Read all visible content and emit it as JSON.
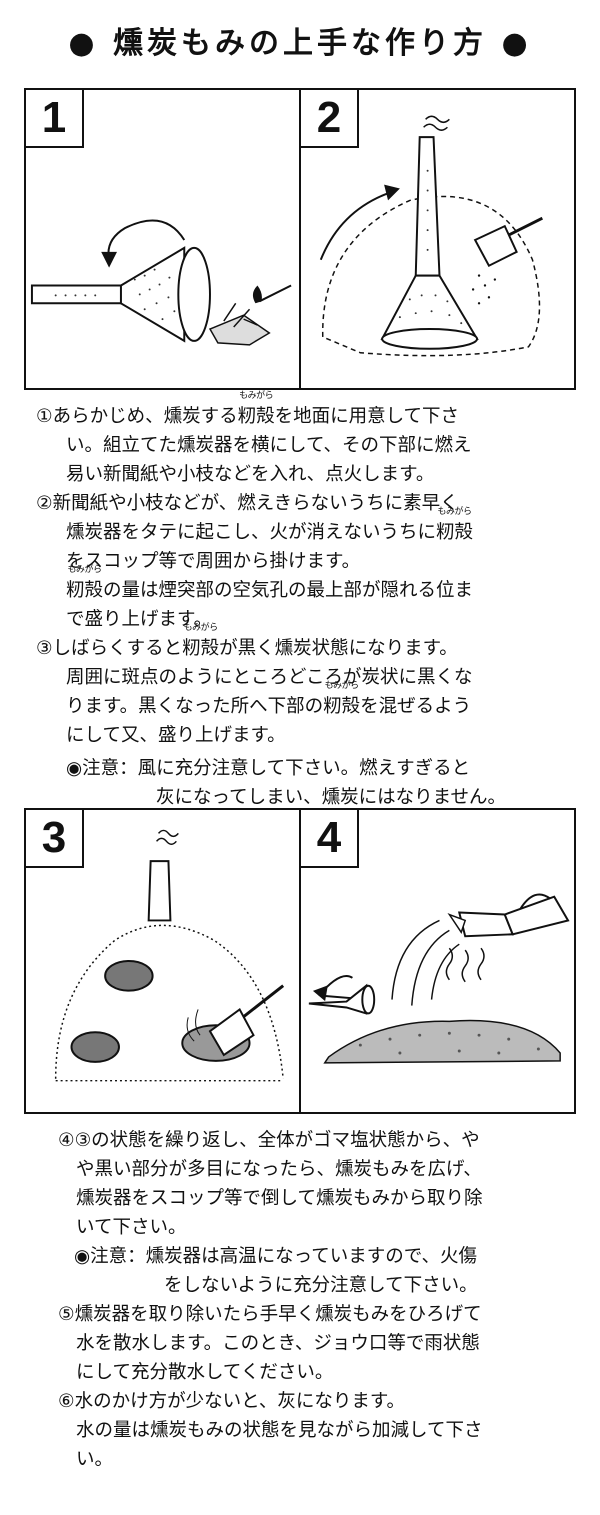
{
  "title": "● 燻炭もみの上手な作り方 ●",
  "panels": [
    {
      "number": "1"
    },
    {
      "number": "2"
    },
    {
      "number": "3"
    },
    {
      "number": "4"
    }
  ],
  "ruby_momigara": "もみがら",
  "word_momigara": "籾殻",
  "section1": {
    "l1a": "①あらかじめ、燻炭する",
    "l1b": "を地面に用意して下さ",
    "l2": "い。組立てた燻炭器を横にして、その下部に燃え",
    "l3": "易い新聞紙や小枝などを入れ、点火します。",
    "l4": "②新聞紙や小枝などが、燃えきらないうちに素早く",
    "l5a": "燻炭器をタテに起こし、火が消えないうちに",
    "l6": "をスコップ等で周囲から掛けます。",
    "l7b": "の量は煙突部の空気孔の最上部が隠れる位ま",
    "l8": "で盛り上げます。",
    "l9a": "③しばらくすると",
    "l9b": "が黒く燻炭状態になります。",
    "l10": "周囲に斑点のようにところどころが炭状に黒くな",
    "l11a": "ります。黒くなった所へ下部の",
    "l11b": "を混ぜるよう",
    "l12": "にして又、盛り上げます。",
    "note1": "◉注意：風に充分注意して下さい。燃えすぎると",
    "note2": "灰になってしまい、燻炭にはなりません。"
  },
  "section2": {
    "l1": "④③の状態を繰り返し、全体がゴマ塩状態から、や",
    "l2": "や黒い部分が多目になったら、燻炭もみを広げ、",
    "l3": "燻炭器をスコップ等で倒して燻炭もみから取り除",
    "l4": "いて下さい。",
    "note1": "◉注意：燻炭器は高温になっていますので、火傷",
    "note2": "をしないように充分注意して下さい。",
    "l5": "⑤燻炭器を取り除いたら手早く燻炭もみをひろげて",
    "l6": "水を散水します。このとき、ジョウ口等で雨状態",
    "l7": "にして充分散水してください。",
    "l8": "⑥水のかけ方が少ないと、灰になります。",
    "l9": "水の量は燻炭もみの状態を見ながら加減して下さ",
    "l10": "い。"
  }
}
